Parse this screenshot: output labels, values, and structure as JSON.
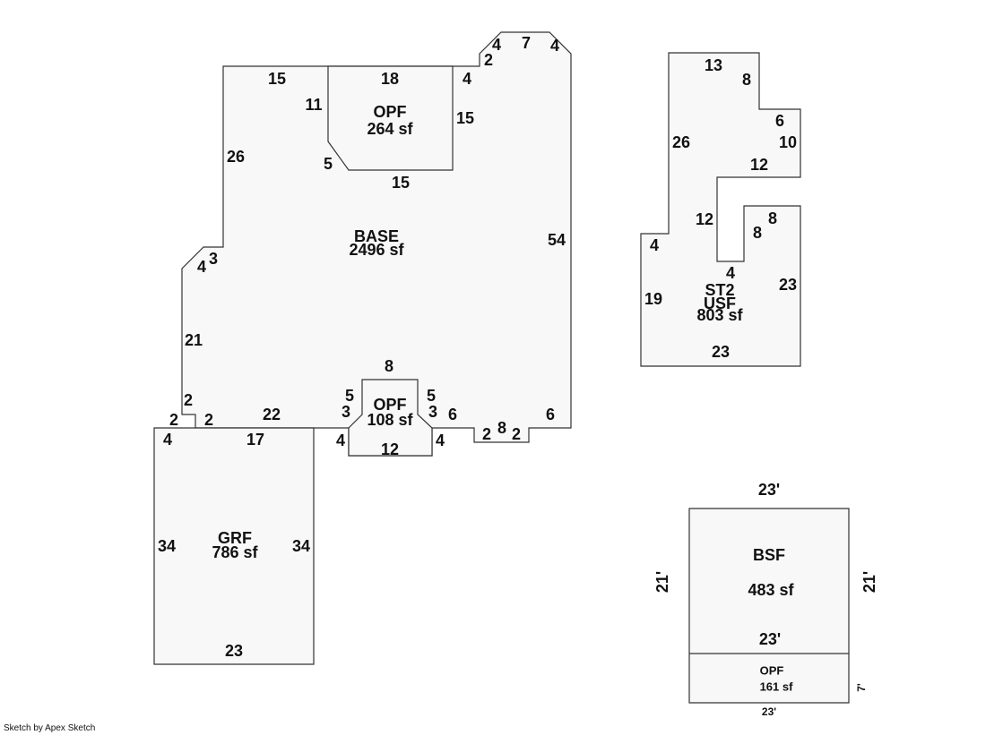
{
  "credit": "Sketch by Apex Sketch",
  "areas": {
    "base": {
      "name": "BASE",
      "area": "2496 sf"
    },
    "opf_top": {
      "name": "OPF",
      "area": "264 sf"
    },
    "opf_bottom": {
      "name": "OPF",
      "area": "108 sf"
    },
    "grf": {
      "name": "GRF",
      "area": "786 sf"
    },
    "st2": {
      "name": "ST2",
      "sub": "USF",
      "area": "803 sf"
    },
    "bsf": {
      "name": "BSF",
      "area": "483 sf"
    },
    "opf_small": {
      "name": "OPF",
      "area": "161 sf"
    }
  },
  "dims": {
    "base": [
      "15",
      "26",
      "4",
      "3",
      "21",
      "2",
      "2",
      "2",
      "22",
      "5",
      "3",
      "4",
      "12",
      "4",
      "3",
      "5",
      "8",
      "6",
      "2",
      "8",
      "2",
      "6",
      "54",
      "4",
      "2",
      "4",
      "7",
      "4"
    ],
    "opf_top": [
      "18",
      "11",
      "15",
      "5",
      "15"
    ],
    "grf": [
      "4",
      "17",
      "34",
      "34",
      "23"
    ],
    "st2": [
      "13",
      "8",
      "6",
      "10",
      "12",
      "26",
      "12",
      "8",
      "8",
      "4",
      "4",
      "19",
      "23",
      "23"
    ],
    "bsf": [
      "23'",
      "21'",
      "21'",
      "23'",
      "7'",
      "23'"
    ]
  }
}
